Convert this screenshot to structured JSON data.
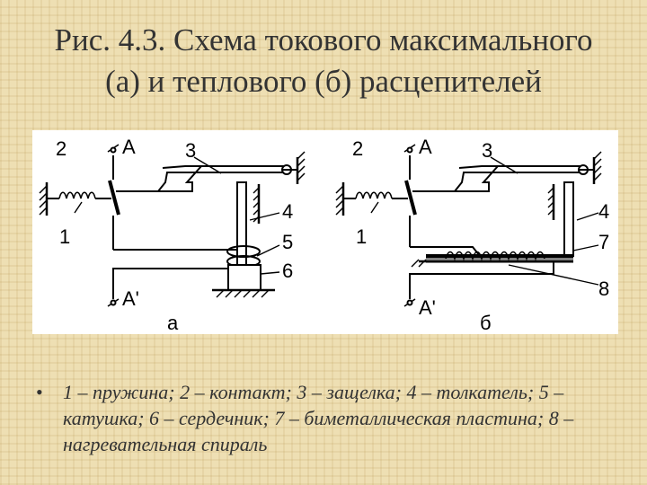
{
  "title_line1": "Рис. 4.3. Схема токового максимального",
  "title_line2": "(а) и теплового (б) расцепителей",
  "diagram_a": {
    "labels": {
      "n2": "2",
      "A": "A",
      "n3": "3",
      "n4": "4",
      "n1": "1",
      "n5": "5",
      "n6": "6",
      "A_prime": "A'",
      "sub": "а"
    }
  },
  "diagram_b": {
    "labels": {
      "n2": "2",
      "A": "A",
      "n3": "3",
      "n4": "4",
      "n1": "1",
      "n7": "7",
      "n8": "8",
      "A_prime": "A'",
      "sub": "б"
    }
  },
  "caption": {
    "bullet": "•",
    "text": "1 – пружина; 2 – контакт; 3 – защелка; 4 – толкатель; 5 – катушка; 6 – сердечник; 7 – биметаллическая пластина; 8 – нагревательная спираль"
  }
}
